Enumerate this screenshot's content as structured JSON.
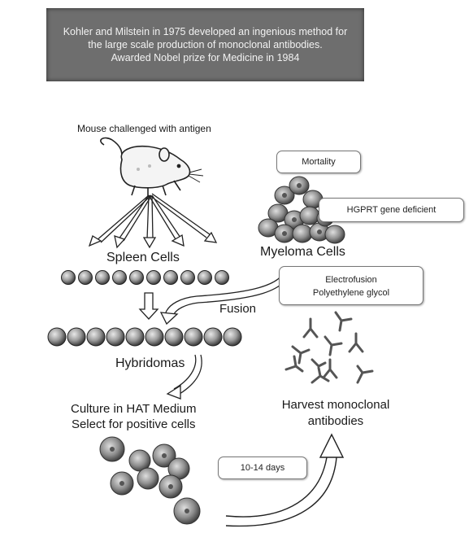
{
  "banner": {
    "lines": [
      "Kohler and Milstein in 1975 developed an ingenious method for",
      "the large scale production of monoclonal antibodies.",
      "Awarded Nobel prize for Medicine in 1984"
    ]
  },
  "diagram": {
    "mouse_label": "Mouse challenged with antigen",
    "spleen_label": "Spleen Cells",
    "myeloma_label": "Myeloma Cells",
    "mortality_box": "Mortality",
    "hgprt_box": "HGPRT gene deficient",
    "fusion_label": "Fusion",
    "fusion_box": [
      "Electrofusion",
      "Polyethylene glycol"
    ],
    "hybridomas_label": "Hybridomas",
    "culture_label": [
      "Culture in HAT Medium",
      "Select for positive cells"
    ],
    "harvest_label": [
      "Harvest monoclonal",
      "antibodies"
    ],
    "days_box": "10-14 days"
  },
  "colors": {
    "banner_bg": "#6e6e6e",
    "cell_fill": "#9a9a9a",
    "line": "#222222"
  }
}
